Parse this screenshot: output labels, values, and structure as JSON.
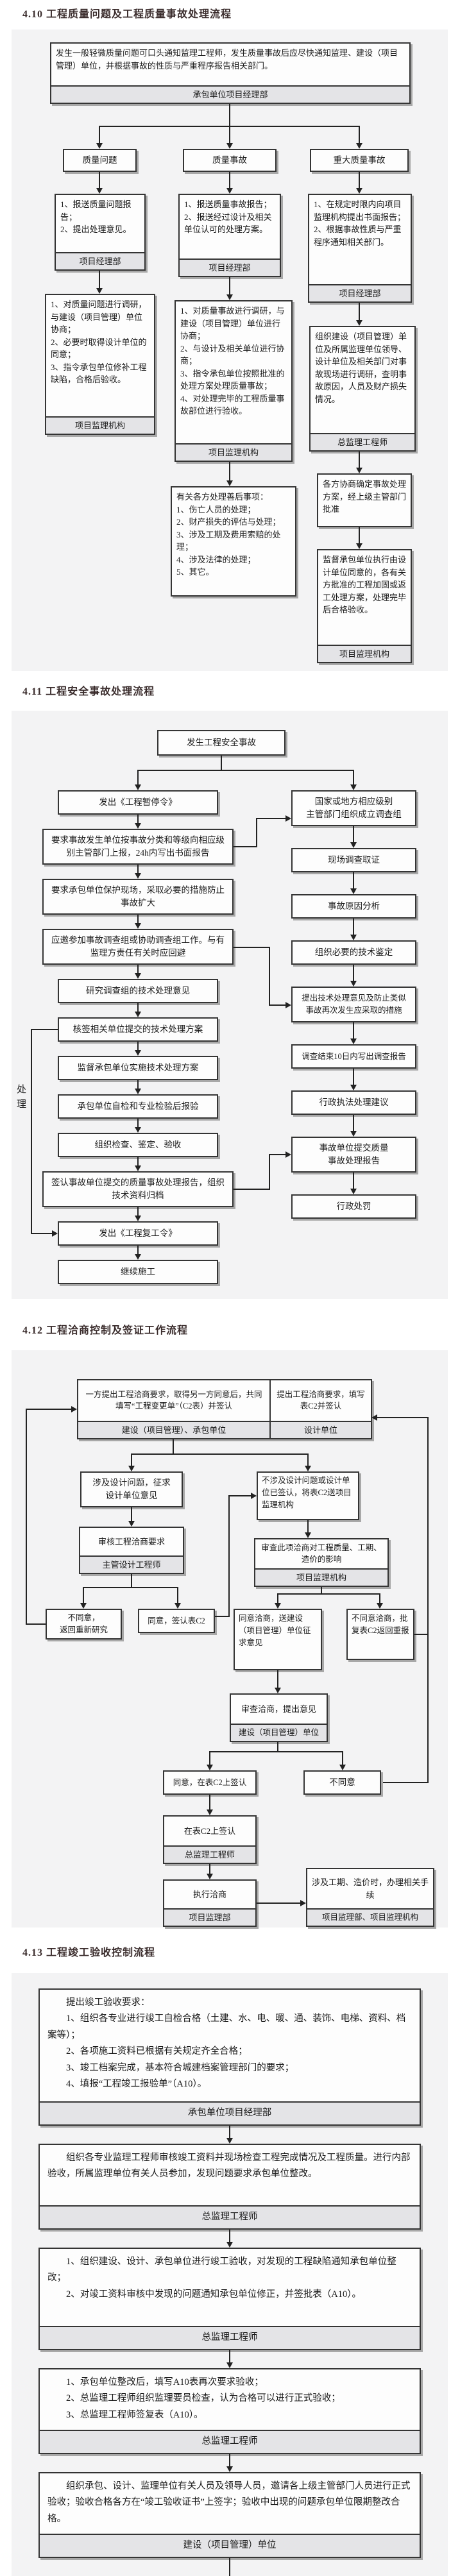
{
  "s410": {
    "title": "4.10  工程质量问题及工程质量事故处理流程",
    "top": {
      "text": "发生一般轻微质量问题可口头通知监理工程师，发生质量事故后应尽快通知监理、建设（项目管理）单位，并根据事故的性质与严重程序报告相关部门。",
      "label": "承包单位项目经理部"
    },
    "col1": {
      "header": "质量问题",
      "b1": {
        "text": "1、报送质量问题报告；\n2、提出处理意见。",
        "label": "项目经理部"
      },
      "b2": {
        "text": "1、对质量问题进行调研，与建设（项目管理）单位协商；\n2、必要时取得设计单位的同意；\n3、指令承包单位修补工程缺陷，合格后验收。",
        "label": "项目监理机构"
      }
    },
    "col2": {
      "header": "质量事故",
      "b1": {
        "text": "1、报送质量事故报告；\n2、报送经过设计及相关单位认可的处理方案。",
        "label": "项目经理部"
      },
      "b2": {
        "text": "1、对质量事故进行调研，与建设（项目管理）单位进行协商；\n2、与设计及相关单位进行协商；\n3、指令承包单位按照批准的处理方案处理质量事故；\n4、对处理完毕的工程质量事故部位进行验收。",
        "label": "项目监理机构"
      },
      "b3": {
        "text": "有关各方处理善后事项：\n1、伤亡人员的处理；\n2、财产损失的评估与处理；\n3、涉及工期及费用索赔的处理；\n4、涉及法律的处理；\n5、其它。"
      }
    },
    "col3": {
      "header": "重大质量事故",
      "b1": {
        "text": "1、在规定时限内向项目监理机构提出书面报告；\n2、根据事故性质与严重程序通知相关部门。",
        "label": "项目经理部"
      },
      "b2": {
        "text": "组织建设（项目管理）单位及所属监理单位领导、设计单位及相关部门对事故现场进行调研，查明事故原因，人员及财产损失情况。",
        "label": "总监理工程师"
      },
      "b3": {
        "text": "各方协商确定事故处理方案，经上级主管部门批准"
      },
      "b4": {
        "text": "监督承包单位执行由设计单位同意的，各有关方批准的工程加固或返工处理方案，处理完毕后合格验收。",
        "label": "项目监理机构"
      }
    }
  },
  "s411": {
    "title": "4.11  工程安全事故处理流程",
    "start": "发生工程安全事故",
    "side_label": "处理",
    "left": [
      "发出《工程暂停令》",
      "要求事故发生单位按事故分类和等级向相应级别主管部门上报，24h内写出书面报告",
      "要求承包单位保护现场，采取必要的措施防止事故扩大",
      "应邀参加事故调查组或协助调查组工作。与有监理方责任有关时应回避",
      "研究调查组的技术处理意见",
      "核签相关单位提交的技术处理方案",
      "监督承包单位实施技术处理方案",
      "承包单位自检和专业检验后报验",
      "组织检查、鉴定、验收",
      "签认事故单位提交的质量事故处理报告，组织技术资料归档",
      "发出《工程复工令》",
      "继续施工"
    ],
    "right": [
      "国家或地方相应级别\n主管部门组织成立调查组",
      "现场调查取证",
      "事故原因分析",
      "组织必要的技术鉴定",
      "提出技术处理意见及防止类似\n事故再次发生应采取的措施",
      "调查结束10日内写出调查报告",
      "行政执法处理建议",
      "事故单位提交质量\n事故处理报告",
      "行政处罚"
    ]
  },
  "s412": {
    "title": "4.12  工程洽商控制及签证工作流程",
    "top_left": {
      "text": "一方提出工程洽商要求，取得另一方同意后，共同填写“工程变更单”（C2表）并签认",
      "label": "建设（项目管理）、承包单位"
    },
    "top_right": {
      "text": "提出工程洽商要求，填写表C2并签认",
      "label": "设计单位"
    },
    "a": "涉及设计问题，征求\n设计单位意见",
    "b": "不涉及设计问题或设计单位已签认，将表C2送项目监理机构",
    "c": {
      "text": "审核工程洽商要求",
      "label": "主管设计工程师"
    },
    "d": {
      "text": "审查此项洽商对工程质量、工期、造价的影响",
      "label": "项目监理机构"
    },
    "r1": "不同意，\n返回重新研究",
    "r2": "同意，签认表C2",
    "r3": "同意洽商，送建设（项目管理）单位征求意见",
    "r4": "不同意洽商，批复表C2返回重报",
    "e": {
      "text": "审查洽商，提出意见",
      "label": "建设（项目管理）单位"
    },
    "f1": "同意，在表C2上签认",
    "f2": "不同意",
    "g": {
      "text": "在表C2上签认",
      "label": "总监理工程师"
    },
    "h": {
      "text": "执行洽商",
      "label": "项目监理部"
    },
    "i": {
      "text": "涉及工期、造价时，办理相关手续",
      "label": "项目监理部、项目监理机构"
    }
  },
  "s413": {
    "title": "4.13 工程竣工验收控制流程",
    "b1": {
      "text": "　　提出竣工验收要求：\n　　1、组织各专业进行竣工自检合格（土建、水、电、暖、通、装饰、电梯、资料、档案等）；\n　　2、各项施工资料已根据有关规定齐全合格；\n　　3、竣工档案完成，基本符合城建档案管理部门的要求；\n　　4、填报“工程竣工报验单”（A10）。",
      "label": "承包单位项目经理部"
    },
    "b2": {
      "text": "　　组织各专业监理工程师审核竣工资料并现场检查工程完成情况及工程质量。进行内部验收，所属监理单位有关人员参加，发现问题要求承包单位整改。",
      "label": "总监理工程师"
    },
    "b3": {
      "text": "　　1、组织建设、设计、承包单位进行竣工验收，对发现的工程缺陷通知承包单位整改；\n　　2、对竣工资料审核中发现的问题通知承包单位修正，并签批表（A10）。",
      "label": "总监理工程师"
    },
    "b4": {
      "text": "　　1、承包单位整改后，填写A10表再次要求验收；\n　　2、总监理工程师组织监理要员检查，认为合格可以进行正式验收；\n　　3、总监理工程师签复表（A10）。",
      "label": "总监理工程师"
    },
    "b5": {
      "text": "　　组织承包、设计、监理单位有关人员及领导人员，邀请各上级主管部门人员进行正式验收；验收合格各方在“竣工验收证书”上签字；验收中出现的问题承包单位限期整改合格。",
      "label": "建设（项目管理）单位"
    }
  }
}
